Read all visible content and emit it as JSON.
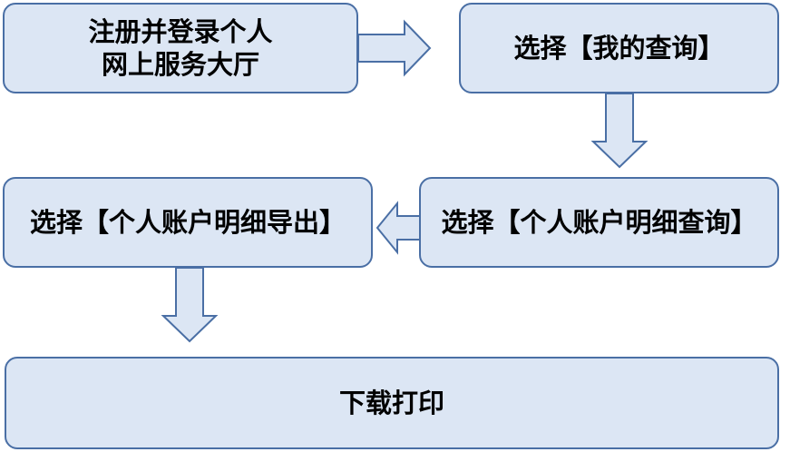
{
  "steps": [
    {
      "id": "step1",
      "label": "注册并登录个人\n网上服务大厅"
    },
    {
      "id": "step2",
      "label": "选择【我的查询】"
    },
    {
      "id": "step3",
      "label": "选择【个人账户明细查询】"
    },
    {
      "id": "step4",
      "label": "选择【个人账户明细导出】"
    },
    {
      "id": "step5",
      "label": "下载打印"
    }
  ],
  "colors": {
    "box_fill": "#dce6f4",
    "box_border": "#4a6fa5",
    "text": "#000000"
  }
}
